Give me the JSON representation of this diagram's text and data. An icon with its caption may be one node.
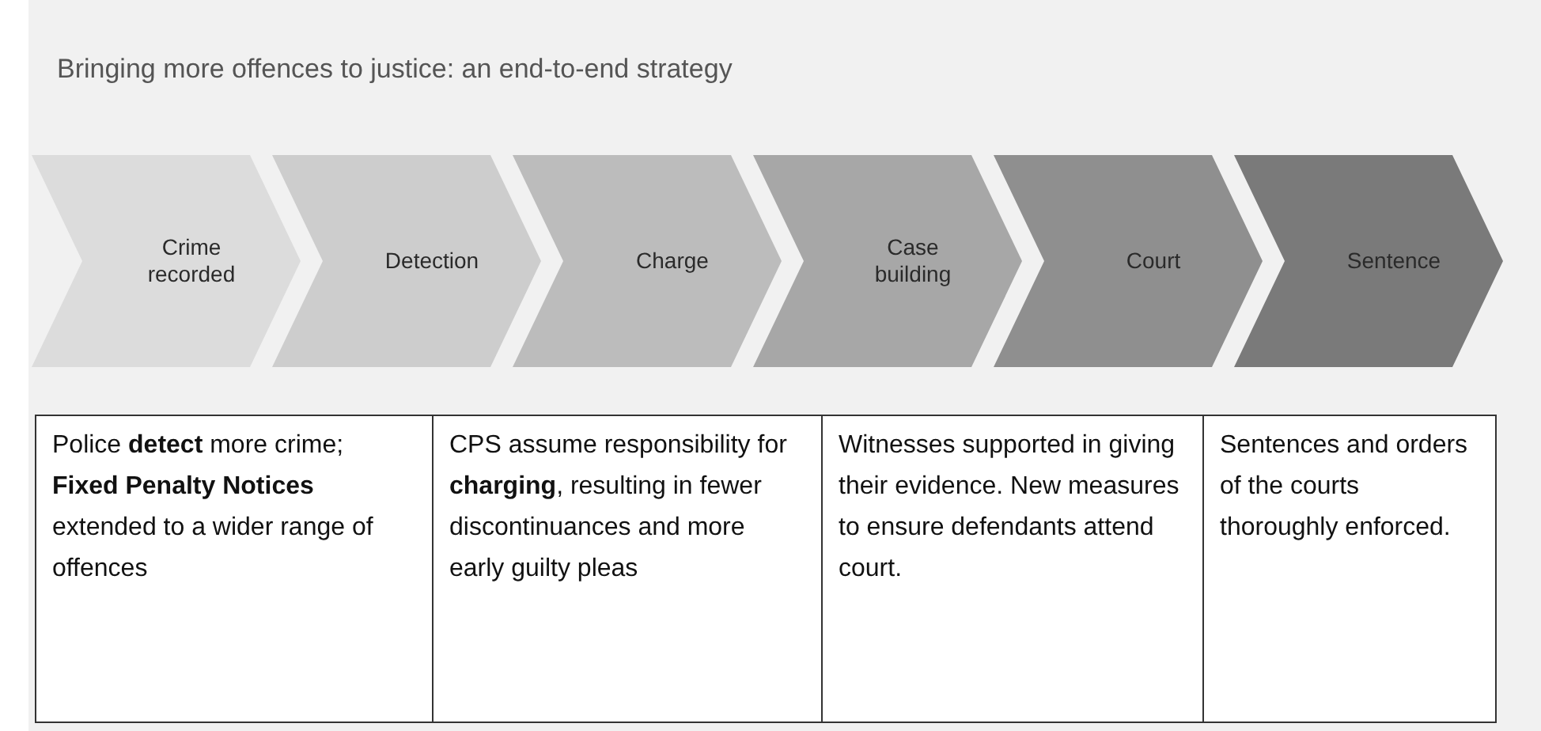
{
  "diagram": {
    "title": "Bringing more offences to justice: an end-to-end strategy",
    "nodes": [
      {
        "text": [
          "Crime recorded"
        ]
      },
      {
        "text": [
          "Detection"
        ]
      },
      {
        "text": [
          "Charge"
        ]
      },
      {
        "text": [
          "Case building"
        ]
      },
      {
        "text": [
          "Court"
        ]
      },
      {
        "text": [
          "Sentence"
        ]
      }
    ],
    "labels": [
      "Police **detect** more crime; **Fixed Penalty Notices** extended to a wider range of offences",
      "CPS assume responsibility for **charging**, resulting in fewer discontinuances and more early guilty pleas",
      "Witnesses supported in giving their evidence. New measures to ensure defendants attend court.",
      "Sentences and orders of the courts thoroughly enforced."
    ]
  }
}
